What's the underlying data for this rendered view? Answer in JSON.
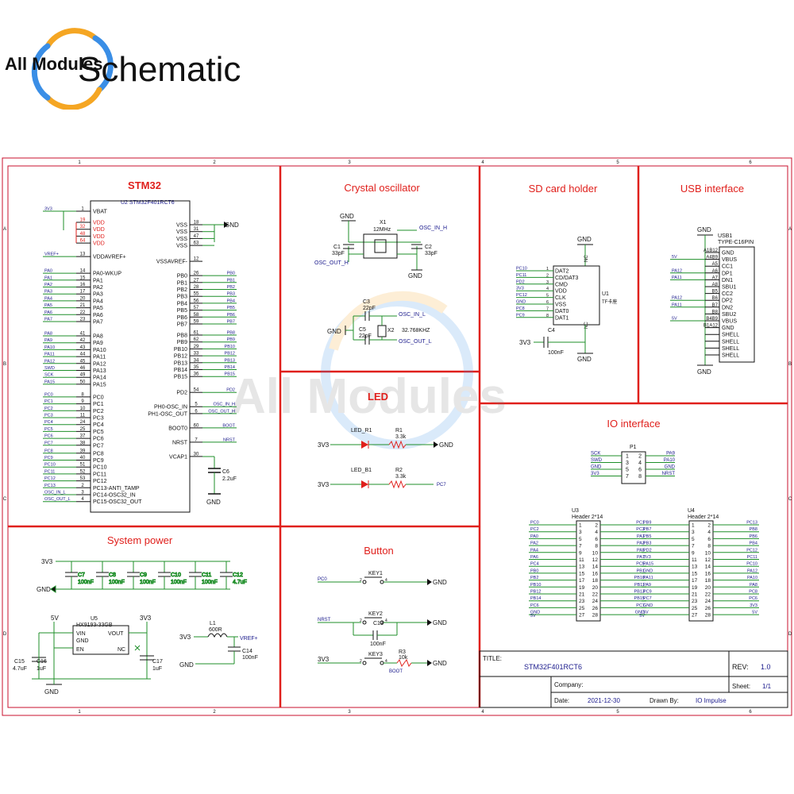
{
  "header": {
    "brand": "All Modules",
    "title": "Schematic"
  },
  "watermark": "All Modules",
  "colors": {
    "border": "#c8102e",
    "wire": "#1f8f2a",
    "pin": "#1a1a8c",
    "text": "#111111",
    "accent_red": "#e0201c"
  },
  "grid": {
    "cols": [
      "1",
      "2",
      "3",
      "4",
      "5",
      "6"
    ],
    "rows": [
      "A",
      "B",
      "C",
      "D"
    ]
  },
  "stm32": {
    "title": "STM32",
    "part": "U2  STM32F401RCT6",
    "power_net": "3V3",
    "vref_net": "VREF+",
    "left_pins": [
      {
        "num": "1",
        "name": "VBAT",
        "net": "3V3"
      },
      {
        "num": "19",
        "name": "VDD",
        "net": ""
      },
      {
        "num": "32",
        "name": "VDD",
        "net": ""
      },
      {
        "num": "48",
        "name": "VDD",
        "net": ""
      },
      {
        "num": "64",
        "name": "VDD",
        "net": ""
      },
      {
        "num": "13",
        "name": "VDDAVREF+",
        "net": "VREF+"
      },
      {
        "num": "14",
        "name": "PA0-WKUP",
        "net": "PA0"
      },
      {
        "num": "15",
        "name": "PA1",
        "net": "PA1"
      },
      {
        "num": "16",
        "name": "PA2",
        "net": "PA2"
      },
      {
        "num": "17",
        "name": "PA3",
        "net": "PA3"
      },
      {
        "num": "20",
        "name": "PA4",
        "net": "PA4"
      },
      {
        "num": "21",
        "name": "PA5",
        "net": "PA5"
      },
      {
        "num": "22",
        "name": "PA6",
        "net": "PA6"
      },
      {
        "num": "23",
        "name": "PA7",
        "net": "PA7"
      },
      {
        "num": "41",
        "name": "PA8",
        "net": "PA8"
      },
      {
        "num": "42",
        "name": "PA9",
        "net": "PA9"
      },
      {
        "num": "43",
        "name": "PA10",
        "net": "PA10"
      },
      {
        "num": "44",
        "name": "PA11",
        "net": "PA11"
      },
      {
        "num": "45",
        "name": "PA12",
        "net": "PA12"
      },
      {
        "num": "46",
        "name": "PA13",
        "net": "SWD"
      },
      {
        "num": "49",
        "name": "PA14",
        "net": "SCK"
      },
      {
        "num": "50",
        "name": "PA15",
        "net": "PA15"
      },
      {
        "num": "8",
        "name": "PC0",
        "net": "PC0"
      },
      {
        "num": "9",
        "name": "PC1",
        "net": "PC1"
      },
      {
        "num": "10",
        "name": "PC2",
        "net": "PC2"
      },
      {
        "num": "11",
        "name": "PC3",
        "net": "PC3"
      },
      {
        "num": "24",
        "name": "PC4",
        "net": "PC4"
      },
      {
        "num": "25",
        "name": "PC5",
        "net": "PC5"
      },
      {
        "num": "37",
        "name": "PC6",
        "net": "PC6"
      },
      {
        "num": "38",
        "name": "PC7",
        "net": "PC7"
      },
      {
        "num": "39",
        "name": "PC8",
        "net": "PC8"
      },
      {
        "num": "40",
        "name": "PC9",
        "net": "PC9"
      },
      {
        "num": "51",
        "name": "PC10",
        "net": "PC10"
      },
      {
        "num": "52",
        "name": "PC11",
        "net": "PC11"
      },
      {
        "num": "53",
        "name": "PC12",
        "net": "PC12"
      },
      {
        "num": "2",
        "name": "PC13-ANTI_TAMP",
        "net": "PC13"
      },
      {
        "num": "3",
        "name": "PC14-OSC32_IN",
        "net": "OSC_IN_L"
      },
      {
        "num": "4",
        "name": "PC15-OSC32_OUT",
        "net": "OSC_OUT_L"
      }
    ],
    "right_pins": [
      {
        "num": "18",
        "name": "VSS",
        "net": ""
      },
      {
        "num": "31",
        "name": "VSS",
        "net": ""
      },
      {
        "num": "47",
        "name": "VSS",
        "net": ""
      },
      {
        "num": "63",
        "name": "VSS",
        "net": ""
      },
      {
        "num": "12",
        "name": "VSSAVREF-",
        "net": ""
      },
      {
        "num": "26",
        "name": "PB0",
        "net": "PB0"
      },
      {
        "num": "27",
        "name": "PB1",
        "net": "PB1"
      },
      {
        "num": "28",
        "name": "PB2",
        "net": "PB2"
      },
      {
        "num": "55",
        "name": "PB3",
        "net": "PB3"
      },
      {
        "num": "56",
        "name": "PB4",
        "net": "PB4"
      },
      {
        "num": "57",
        "name": "PB5",
        "net": "PB5"
      },
      {
        "num": "58",
        "name": "PB6",
        "net": "PB6"
      },
      {
        "num": "59",
        "name": "PB7",
        "net": "PB7"
      },
      {
        "num": "61",
        "name": "PB8",
        "net": "PB8"
      },
      {
        "num": "62",
        "name": "PB9",
        "net": "PB9"
      },
      {
        "num": "29",
        "name": "PB10",
        "net": "PB10"
      },
      {
        "num": "33",
        "name": "PB12",
        "net": "PB12"
      },
      {
        "num": "34",
        "name": "PB13",
        "net": "PB13"
      },
      {
        "num": "35",
        "name": "PB14",
        "net": "PB14"
      },
      {
        "num": "36",
        "name": "PB15",
        "net": "PB15"
      },
      {
        "num": "54",
        "name": "PD2",
        "net": "PD2"
      },
      {
        "num": "5",
        "name": "PH0-OSC_IN",
        "net": "OSC_IN_H"
      },
      {
        "num": "6",
        "name": "PH1-OSC_OUT",
        "net": "OSC_OUT_H"
      },
      {
        "num": "60",
        "name": "BOOT0",
        "net": "BOOT"
      },
      {
        "num": "7",
        "name": "NRST",
        "net": "NRST"
      },
      {
        "num": "30",
        "name": "VCAP1",
        "net": ""
      }
    ],
    "gnd": "GND",
    "cap": [
      "C6",
      "2.2uF"
    ],
    "cap_gnd": "GND"
  },
  "crystal": {
    "title": "Crystal oscillator",
    "hs": {
      "gnd_top": "GND",
      "ref": "X1",
      "freq": "12MHz",
      "c1": [
        "C1",
        "33pF"
      ],
      "c2": [
        "C2",
        "33pF"
      ],
      "in": "OSC_IN_H",
      "out": "OSC_OUT_H",
      "gnd_bot": "GND"
    },
    "ls": {
      "c3": [
        "C3",
        "22pF"
      ],
      "c5": [
        "C5",
        "22pF"
      ],
      "ref": "X2",
      "freq": "32.768KHZ",
      "in": "OSC_IN_L",
      "out": "OSC_OUT_L",
      "gnd": "GND"
    }
  },
  "sd": {
    "title": "SD card holder",
    "ref": "U1",
    "name": "TF卡座",
    "gnd_top": "GND",
    "nc_top": "NC",
    "nc_bot": "NC",
    "pins": [
      {
        "net": "PC10",
        "num": "1",
        "name": "DAT2"
      },
      {
        "net": "PC11",
        "num": "2",
        "name": "CD/DAT3"
      },
      {
        "net": "PD2",
        "num": "3",
        "name": "CMD"
      },
      {
        "net": "3V3",
        "num": "4",
        "name": "VDD"
      },
      {
        "net": "PC12",
        "num": "5",
        "name": "CLK"
      },
      {
        "net": "GND",
        "num": "6",
        "name": "VSS"
      },
      {
        "net": "PC8",
        "num": "7",
        "name": "DAT0"
      },
      {
        "net": "PC9",
        "num": "8",
        "name": "DAT1"
      }
    ],
    "cap": [
      "C4",
      "100nF"
    ],
    "power": "3V3",
    "gnd_bot": "GND"
  },
  "usb": {
    "title": "USB interface",
    "ref": "USB1",
    "part": "TYPE-C16PIN",
    "gnd_top": "GND",
    "gnd_bot": "GND",
    "pins": [
      {
        "net": "",
        "num": "A1B12",
        "name": "GND"
      },
      {
        "net": "5V",
        "num": "A4B9",
        "name": "VBUS"
      },
      {
        "net": "",
        "num": "A5",
        "name": "CC1"
      },
      {
        "net": "PA12",
        "num": "A6",
        "name": "DP1"
      },
      {
        "net": "PA11",
        "num": "A7",
        "name": "DN1"
      },
      {
        "net": "",
        "num": "A8",
        "name": "SBU1"
      },
      {
        "net": "",
        "num": "B5",
        "name": "CC2"
      },
      {
        "net": "PA12",
        "num": "B6",
        "name": "DP2"
      },
      {
        "net": "PA11",
        "num": "B7",
        "name": "DN2"
      },
      {
        "net": "",
        "num": "B8",
        "name": "SBU2"
      },
      {
        "net": "5V",
        "num": "B4B9",
        "name": "VBUS"
      },
      {
        "net": "",
        "num": "B1A12",
        "name": "GND"
      },
      {
        "net": "",
        "num": "",
        "name": "SHELL"
      },
      {
        "net": "",
        "num": "",
        "name": "SHELL"
      },
      {
        "net": "",
        "num": "",
        "name": "SHELL"
      },
      {
        "net": "",
        "num": "",
        "name": "SHELL"
      }
    ]
  },
  "led": {
    "title": "LED",
    "rows": [
      {
        "power": "3V3",
        "led": "LED_R1",
        "res": [
          "R1",
          "3.3k"
        ],
        "end": "GND"
      },
      {
        "power": "3V3",
        "led": "LED_B1",
        "res": [
          "R2",
          "3.3k"
        ],
        "end": "PC7"
      }
    ]
  },
  "io": {
    "title": "IO interface",
    "p1": {
      "ref": "P1",
      "left": [
        "SCK",
        "SWD",
        "GND",
        "3V3"
      ],
      "right": [
        "PA9",
        "PA10",
        "GND",
        "NRST"
      ],
      "nums_left": [
        "1",
        "3",
        "5",
        "7"
      ],
      "nums_right": [
        "2",
        "4",
        "6",
        "8"
      ]
    },
    "u3": {
      "ref": "U3",
      "part": "Header 2*14",
      "left": [
        "PC0",
        "PC2",
        "PA0",
        "PA2",
        "PA4",
        "PA6",
        "PC4",
        "PB0",
        "PB2",
        "PB10",
        "PB12",
        "PB14",
        "PC6",
        "GND"
      ],
      "right": [
        "PC1",
        "PC3",
        "PA1",
        "PA3",
        "PA5",
        "PA7",
        "PC5",
        "PB1",
        "PB10",
        "PB11",
        "PB13",
        "PB15",
        "PC7",
        "GND"
      ],
      "extra_left": "5V",
      "extra_right": "5V"
    },
    "u4": {
      "ref": "U4",
      "part": "Header 2*14",
      "left": [
        "PB9",
        "PB7",
        "PB5",
        "PB3",
        "PD2",
        "3V3",
        "PA15",
        "GND",
        "PA11",
        "PA9",
        "PC9",
        "PC7",
        "GND",
        "5V"
      ],
      "right": [
        "PC13",
        "PB8",
        "PB6",
        "PB4",
        "PC12",
        "PC11",
        "PC10",
        "PA12",
        "PA10",
        "PA8",
        "PC8",
        "PC6",
        "3V3",
        "5V"
      ]
    }
  },
  "power": {
    "title": "System power",
    "power": "3V3",
    "gnd": "GND",
    "caps": [
      {
        "ref": "C7",
        "val": "100nF"
      },
      {
        "ref": "C8",
        "val": "100nF"
      },
      {
        "ref": "C9",
        "val": "100nF"
      },
      {
        "ref": "C10",
        "val": "100nF"
      },
      {
        "ref": "C11",
        "val": "100nF"
      },
      {
        "ref": "C12",
        "val": "4.7uF"
      }
    ],
    "ldo": {
      "ref": "U5",
      "part": "HX9193-33GB",
      "vin_pin": "VIN",
      "gnd_pin": "GND",
      "en_pin": "EN",
      "vout_pin": "VOUT",
      "nc_pin": "NC",
      "in_net": "5V",
      "out_net": "3V3",
      "gnd_net": "GND"
    },
    "c15": [
      "C15",
      "4.7uF"
    ],
    "c16": [
      "C16",
      "1uF"
    ],
    "c17": [
      "C17",
      "1uF"
    ],
    "filter": {
      "ref": "L1",
      "val": "600R",
      "in": "3V3",
      "out": "VREF+",
      "cap": [
        "C14",
        "100nF"
      ],
      "gnd": "GND"
    }
  },
  "button": {
    "title": "Button",
    "rows": [
      {
        "net": "PC0",
        "key": "KEY1",
        "end": "GND"
      },
      {
        "net": "NRST",
        "key": "KEY2",
        "cap": [
          "C13",
          "100nF"
        ],
        "end": "GND"
      },
      {
        "net": "3V3",
        "key": "KEY3",
        "res": [
          "R3",
          "10k"
        ],
        "res_net": "BOOT",
        "end": "GND"
      }
    ]
  },
  "title_block": {
    "title_label": "TITLE:",
    "title_value": "STM32F401RCT6",
    "rev_label": "REV:",
    "rev_value": "1.0",
    "company_label": "Company:",
    "company_value": "",
    "sheet_label": "Sheet:",
    "sheet_value": "1/1",
    "date_label": "Date:",
    "date_value": "2021-12-30",
    "drawn_label": "Drawn By:",
    "drawn_value": "IO Impulse"
  }
}
